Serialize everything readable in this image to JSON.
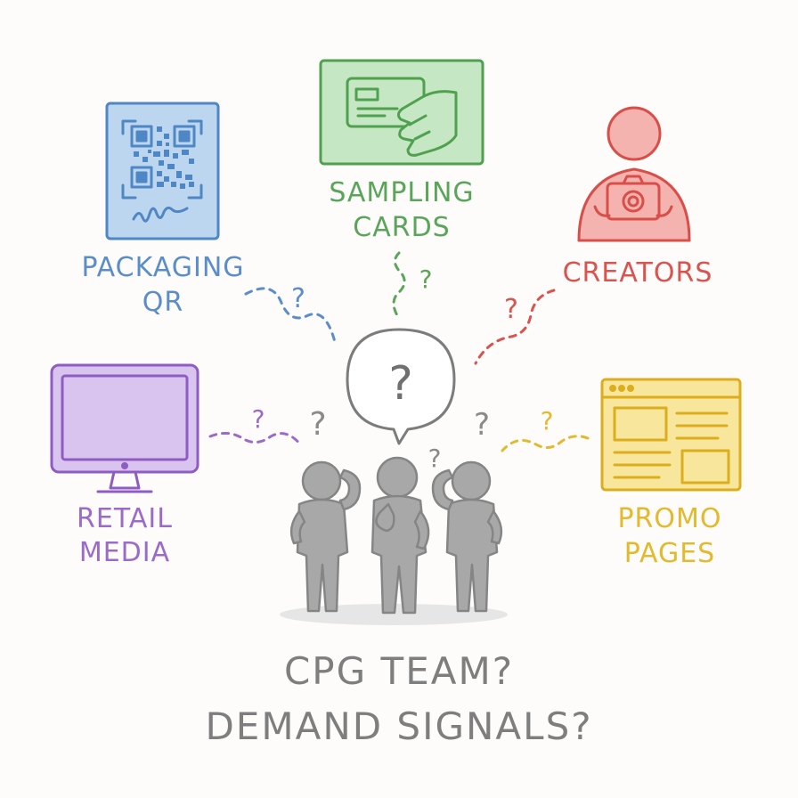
{
  "sources": [
    {
      "key": "packaging",
      "lines": [
        "PACKAGING",
        "QR"
      ],
      "color": "#5b8ec9",
      "icon": "qr-code-icon"
    },
    {
      "key": "sampling",
      "lines": [
        "SAMPLING",
        "CARDS"
      ],
      "color": "#5aa55a",
      "icon": "card-in-hand-icon"
    },
    {
      "key": "creators",
      "lines": [
        "CREATORS"
      ],
      "color": "#d9534f",
      "icon": "creator-camera-icon"
    },
    {
      "key": "retail",
      "lines": [
        "RETAIL",
        "MEDIA"
      ],
      "color": "#9b6bc8",
      "icon": "monitor-icon"
    },
    {
      "key": "promo",
      "lines": [
        "PROMO",
        "PAGES"
      ],
      "color": "#e3b92d",
      "icon": "web-page-icon"
    }
  ],
  "center": {
    "bubble_text": "?",
    "figure_color": "#a8a8a8"
  },
  "title": {
    "line1": "CPG TEAM?",
    "line2": "DEMAND SIGNALS?"
  },
  "question_mark": "?"
}
